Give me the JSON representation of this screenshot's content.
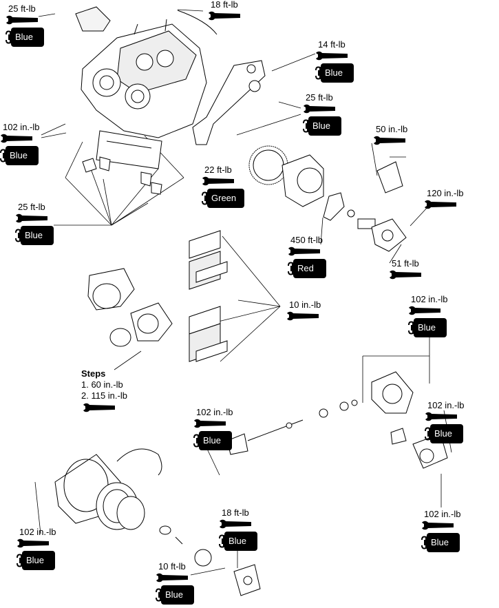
{
  "callouts": [
    {
      "id": "c1",
      "torque": "25 ft-lb",
      "compound": "Blue"
    },
    {
      "id": "c2",
      "torque": "18 ft-lb",
      "compound": ""
    },
    {
      "id": "c3",
      "torque": "14 ft-lb",
      "compound": "Blue"
    },
    {
      "id": "c4",
      "torque": "25 ft-lb",
      "compound": "Blue"
    },
    {
      "id": "c5",
      "torque": "102 in.-lb",
      "compound": "Blue"
    },
    {
      "id": "c6",
      "torque": "50 in.-lb",
      "compound": ""
    },
    {
      "id": "c7",
      "torque": "22 ft-lb",
      "compound": "Green"
    },
    {
      "id": "c8",
      "torque": "120 in.-lb",
      "compound": ""
    },
    {
      "id": "c9",
      "torque": "25 ft-lb",
      "compound": "Blue"
    },
    {
      "id": "c10",
      "torque": "450 ft-lb",
      "compound": "Red"
    },
    {
      "id": "c11",
      "torque": "51 ft-lb",
      "compound": ""
    },
    {
      "id": "c12",
      "torque": "10 in.-lb",
      "compound": ""
    },
    {
      "id": "c13",
      "torque": "102 in.-lb",
      "compound": "Blue"
    },
    {
      "id": "c14",
      "torque": "102 in.-lb",
      "compound": "Blue"
    },
    {
      "id": "c15",
      "torque": "102 in.-lb",
      "compound": "Blue"
    },
    {
      "id": "c16",
      "torque": "102 in.-lb",
      "compound": "Blue"
    },
    {
      "id": "c17",
      "torque": "102 in.-lb",
      "compound": "Blue"
    },
    {
      "id": "c18",
      "torque": "18 ft-lb",
      "compound": "Blue"
    },
    {
      "id": "c19",
      "torque": "10 ft-lb",
      "compound": "Blue"
    }
  ],
  "steps": {
    "title": "Steps",
    "lines": [
      "1. 60 in.-lb",
      "2. 115 in.-lb"
    ]
  }
}
